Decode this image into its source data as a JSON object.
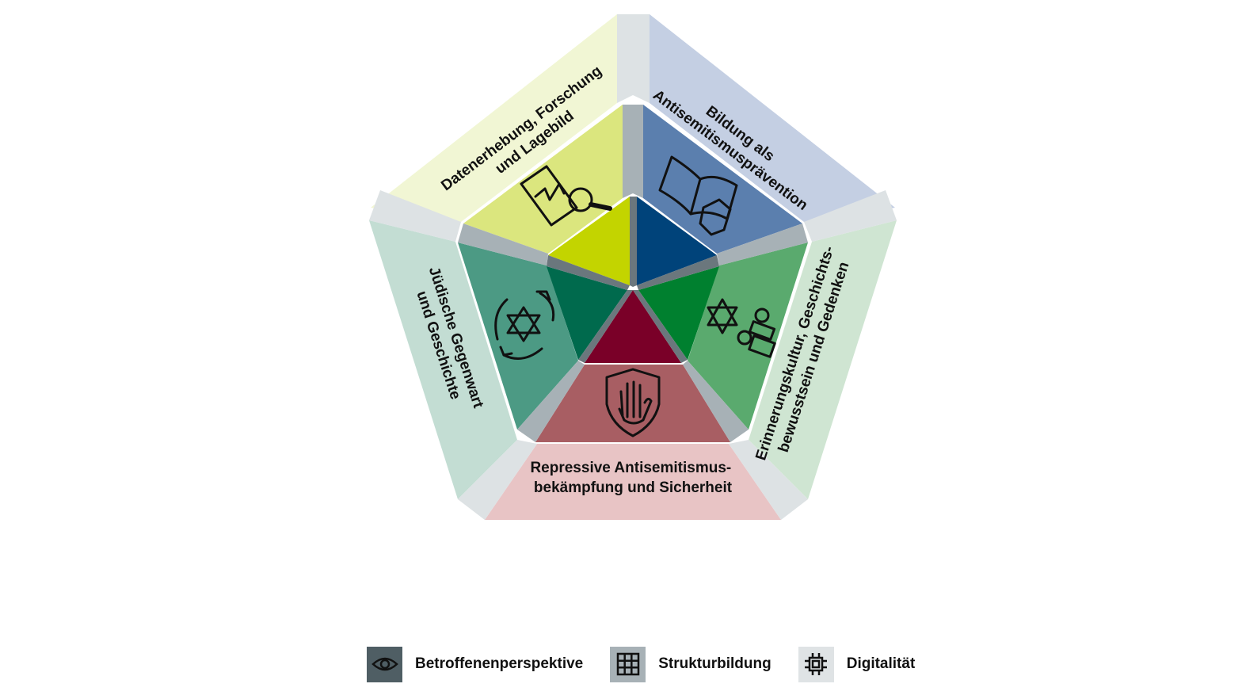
{
  "segments": [
    {
      "id": "datenerhebung",
      "lines": [
        "Datenerhebung, Forschung",
        "und Lagebild"
      ],
      "icon": "document-magnifier-icon"
    },
    {
      "id": "bildung",
      "lines": [
        "Bildung als",
        "Antisemitismusprävention"
      ],
      "icon": "book-shield-icon"
    },
    {
      "id": "erinnerung",
      "lines": [
        "Erinnerungskultur, Geschichts-",
        "bewusstsein und Gedenken"
      ],
      "icon": "star-of-david-memorial-icon"
    },
    {
      "id": "repressive",
      "lines": [
        "Repressive Antisemitismus-",
        "bekämpfung und Sicherheit"
      ],
      "icon": "shield-hand-icon"
    },
    {
      "id": "juedisch",
      "lines": [
        "Jüdische Gegenwart",
        "und Geschichte"
      ],
      "icon": "star-of-david-cycle-icon"
    }
  ],
  "legend": [
    {
      "label": "Betroffenenperspektive",
      "icon": "eye-icon",
      "color": "#4f5e64"
    },
    {
      "label": "Strukturbildung",
      "icon": "grid-icon",
      "color": "#a7b1b6"
    },
    {
      "label": "Digitalität",
      "icon": "chip-icon",
      "color": "#dfe3e5"
    }
  ],
  "colors": {
    "datenerhebung": [
      "#f1f6d4",
      "#dbe67e",
      "#c3d400"
    ],
    "bildung": [
      "#c4cfe3",
      "#5b7fae",
      "#00437a"
    ],
    "erinnerung": [
      "#cfe5d2",
      "#5aaa6e",
      "#00802f"
    ],
    "repressive": [
      "#e8c4c5",
      "#a85e63",
      "#7a0028"
    ],
    "juedisch": [
      "#c3ddd3",
      "#4c9a84",
      "#006a4d"
    ]
  }
}
